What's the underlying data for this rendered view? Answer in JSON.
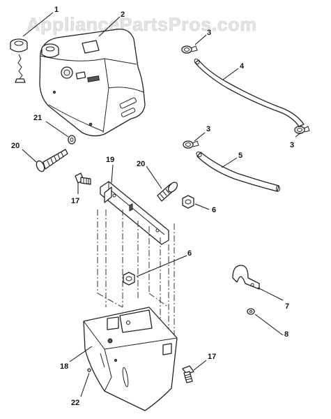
{
  "watermark": "AppliancePartsPros.com",
  "callouts": [
    "1",
    "2",
    "3",
    "4",
    "3",
    "3",
    "5",
    "21",
    "20",
    "19",
    "20",
    "6",
    "17",
    "6",
    "7",
    "8",
    "18",
    "17",
    "22"
  ]
}
